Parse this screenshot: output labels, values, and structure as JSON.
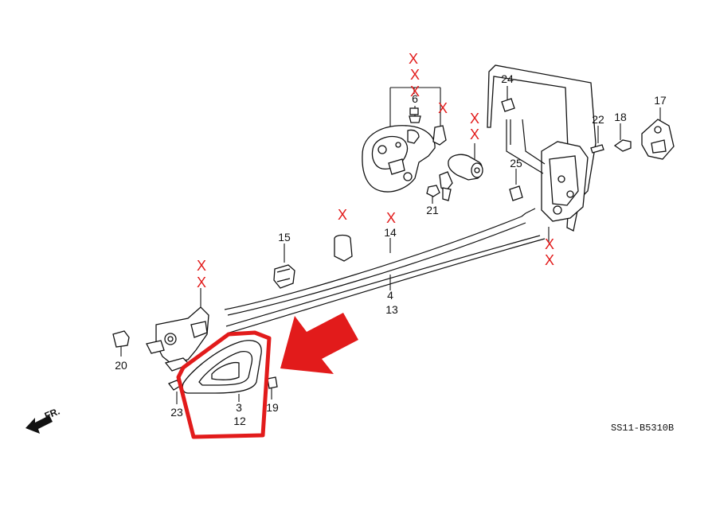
{
  "diagram_code": "SS11-B5310B",
  "front_label": "FR.",
  "labels": {
    "l1": "6",
    "l2": "24",
    "l3": "17",
    "l4": "22",
    "l5": "18",
    "l6": "25",
    "l7": "21",
    "l8": "15",
    "l9": "14",
    "l10": "4",
    "l11": "13",
    "l12": "20",
    "l13": "23",
    "l14": "3",
    "l15": "12",
    "l16": "19"
  },
  "red_marks": [
    "X",
    "X",
    "X",
    "X",
    "X",
    "X",
    "X",
    "X",
    "X",
    "X",
    "X",
    "X"
  ],
  "highlight_color": "#e21b1b"
}
